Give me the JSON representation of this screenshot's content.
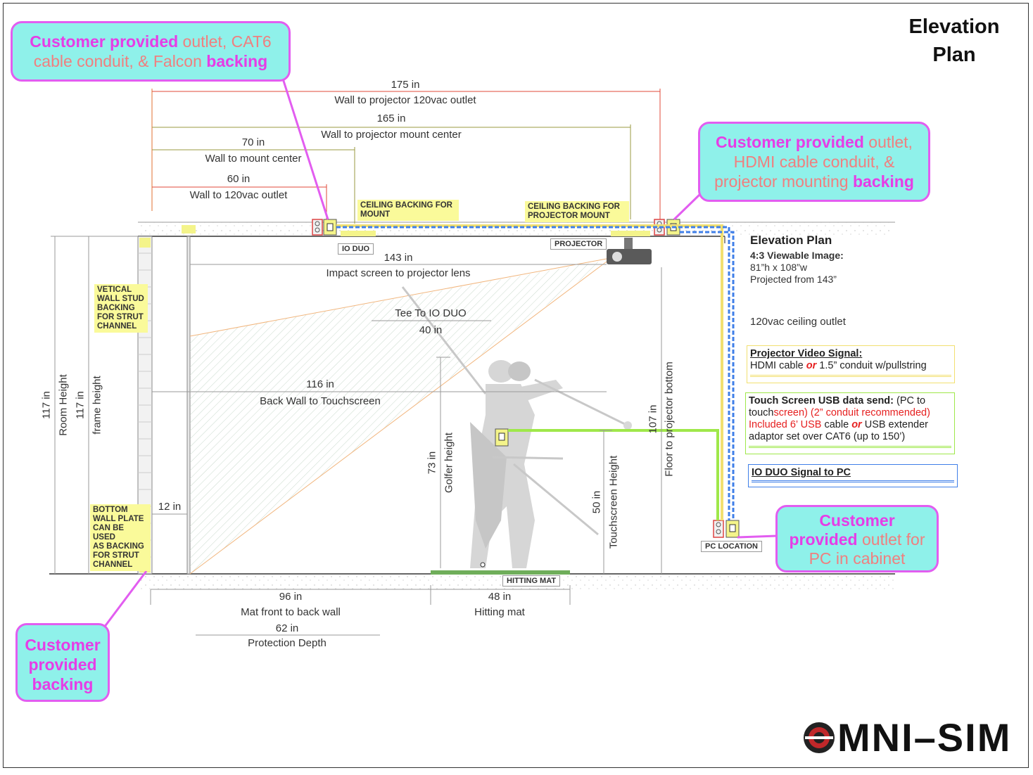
{
  "title": [
    "Elevation",
    "Plan"
  ],
  "callouts": {
    "top_left": {
      "lines": [
        [
          {
            "t": "Customer provided",
            "b": true
          },
          {
            "t": " outlet, CAT6"
          }
        ],
        [
          {
            "t": "cable conduit, & Falcon "
          },
          {
            "t": "backing",
            "b": true
          }
        ]
      ]
    },
    "top_right": {
      "lines": [
        [
          {
            "t": "Customer provided",
            "b": true
          },
          {
            "t": " outlet,"
          }
        ],
        [
          {
            "t": "HDMI cable conduit, &"
          }
        ],
        [
          {
            "t": "projector mounting "
          },
          {
            "t": "backing",
            "b": true
          }
        ]
      ]
    },
    "bottom_left": {
      "lines": [
        [
          {
            "t": "Customer",
            "b": true
          }
        ],
        [
          {
            "t": "provided",
            "b": true
          }
        ],
        [
          {
            "t": "backing",
            "b": true
          }
        ]
      ]
    },
    "bottom_right": {
      "lines": [
        [
          {
            "t": "Customer",
            "b": true
          }
        ],
        [
          {
            "t": "provided",
            "b": true
          },
          {
            "t": " outlet for"
          }
        ],
        [
          {
            "t": "PC in cabinet"
          }
        ]
      ]
    }
  },
  "dimensions": {
    "d175": {
      "value": "175 in",
      "label": "Wall to projector 120vac outlet"
    },
    "d165": {
      "value": "165 in",
      "label": "Wall to projector mount center"
    },
    "d70": {
      "value": "70 in",
      "label": "Wall to mount center"
    },
    "d60": {
      "value": "60 in",
      "label": "Wall to 120vac outlet"
    },
    "d143": {
      "value": "143 in",
      "label": "Impact screen to projector lens"
    },
    "tee": {
      "label": "Tee To IO DUO",
      "value": "40 in"
    },
    "d116": {
      "value": "116 in",
      "label": "Back Wall to Touchscreen"
    },
    "d12": {
      "value": "12 in"
    },
    "room": {
      "value": "117 in",
      "label": "Room Height"
    },
    "frame": {
      "value": "117 in",
      "label": "frame height"
    },
    "golfer": {
      "value": "73 in",
      "label": "Golfer height"
    },
    "touch": {
      "value": "50 in",
      "label": "Touchscreen Height"
    },
    "floorproj": {
      "value": "107 in",
      "label": "Floor to projector bottom"
    },
    "d96": {
      "value": "96 in",
      "label": "Mat front to back wall"
    },
    "d48": {
      "value": "48 in",
      "label": "Hitting mat"
    },
    "d62": {
      "value": "62 in",
      "label": "Protection Depth"
    }
  },
  "notes": {
    "ceiling_mount": [
      "CEILING BACKING FOR",
      "MOUNT"
    ],
    "ceiling_projector": [
      "CEILING BACKING FOR",
      "PROJECTOR MOUNT"
    ],
    "vertical_stud": [
      "VETICAL",
      "WALL STUD",
      "BACKING",
      "FOR STRUT",
      "CHANNEL"
    ],
    "bottom_plate": [
      "BOTTOM",
      "WALL PLATE",
      "CAN BE USED",
      "AS BACKING",
      "FOR STRUT",
      "CHANNEL"
    ]
  },
  "tags": {
    "io_duo": "IO DUO",
    "projector": "PROJECTOR",
    "pc_location": "PC LOCATION",
    "hitting_mat": "HITTING MAT"
  },
  "legend": {
    "heading": "Elevation Plan",
    "viewable_title": "4:3 Viewable Image:",
    "viewable_size": "81”h x 108”w",
    "projected_from": "Projected from 143”",
    "outlet": "120vac ceiling outlet",
    "video": {
      "title": "Projector Video Signal:",
      "line_a": "HDMI cable ",
      "or": "or",
      "line_b": " 1.5” conduit w/pullstring"
    },
    "usb": {
      "title": "Touch Screen USB data send:",
      "t1": " (PC to",
      "t2": "touch",
      "t3": "screen) (2” conduit recommended)",
      "t4": "Included 6’ USB",
      "t5": " cable ",
      "or": "or",
      "t6": " USB extender",
      "t7": "adaptor set over CAT6 (up to 150’)"
    },
    "io": {
      "title": "IO DUO Signal to PC"
    }
  },
  "colors": {
    "callout_fill": "#8ff1ea",
    "callout_border": "#e25df0",
    "callout_bold": "#e63de6",
    "callout_text": "#f07f7f",
    "note_fill": "#fafa9a",
    "hdmi_line": "#f2e070",
    "usb_line": "#9fe84a",
    "io_line": "#3f7fe8",
    "dim_red": "#e04a3a",
    "dim_olive": "#9a9a40",
    "mat": "#6fae5a"
  },
  "logo": {
    "text": "MNI–SIM",
    "icon": "omni-sim-logo-icon"
  }
}
